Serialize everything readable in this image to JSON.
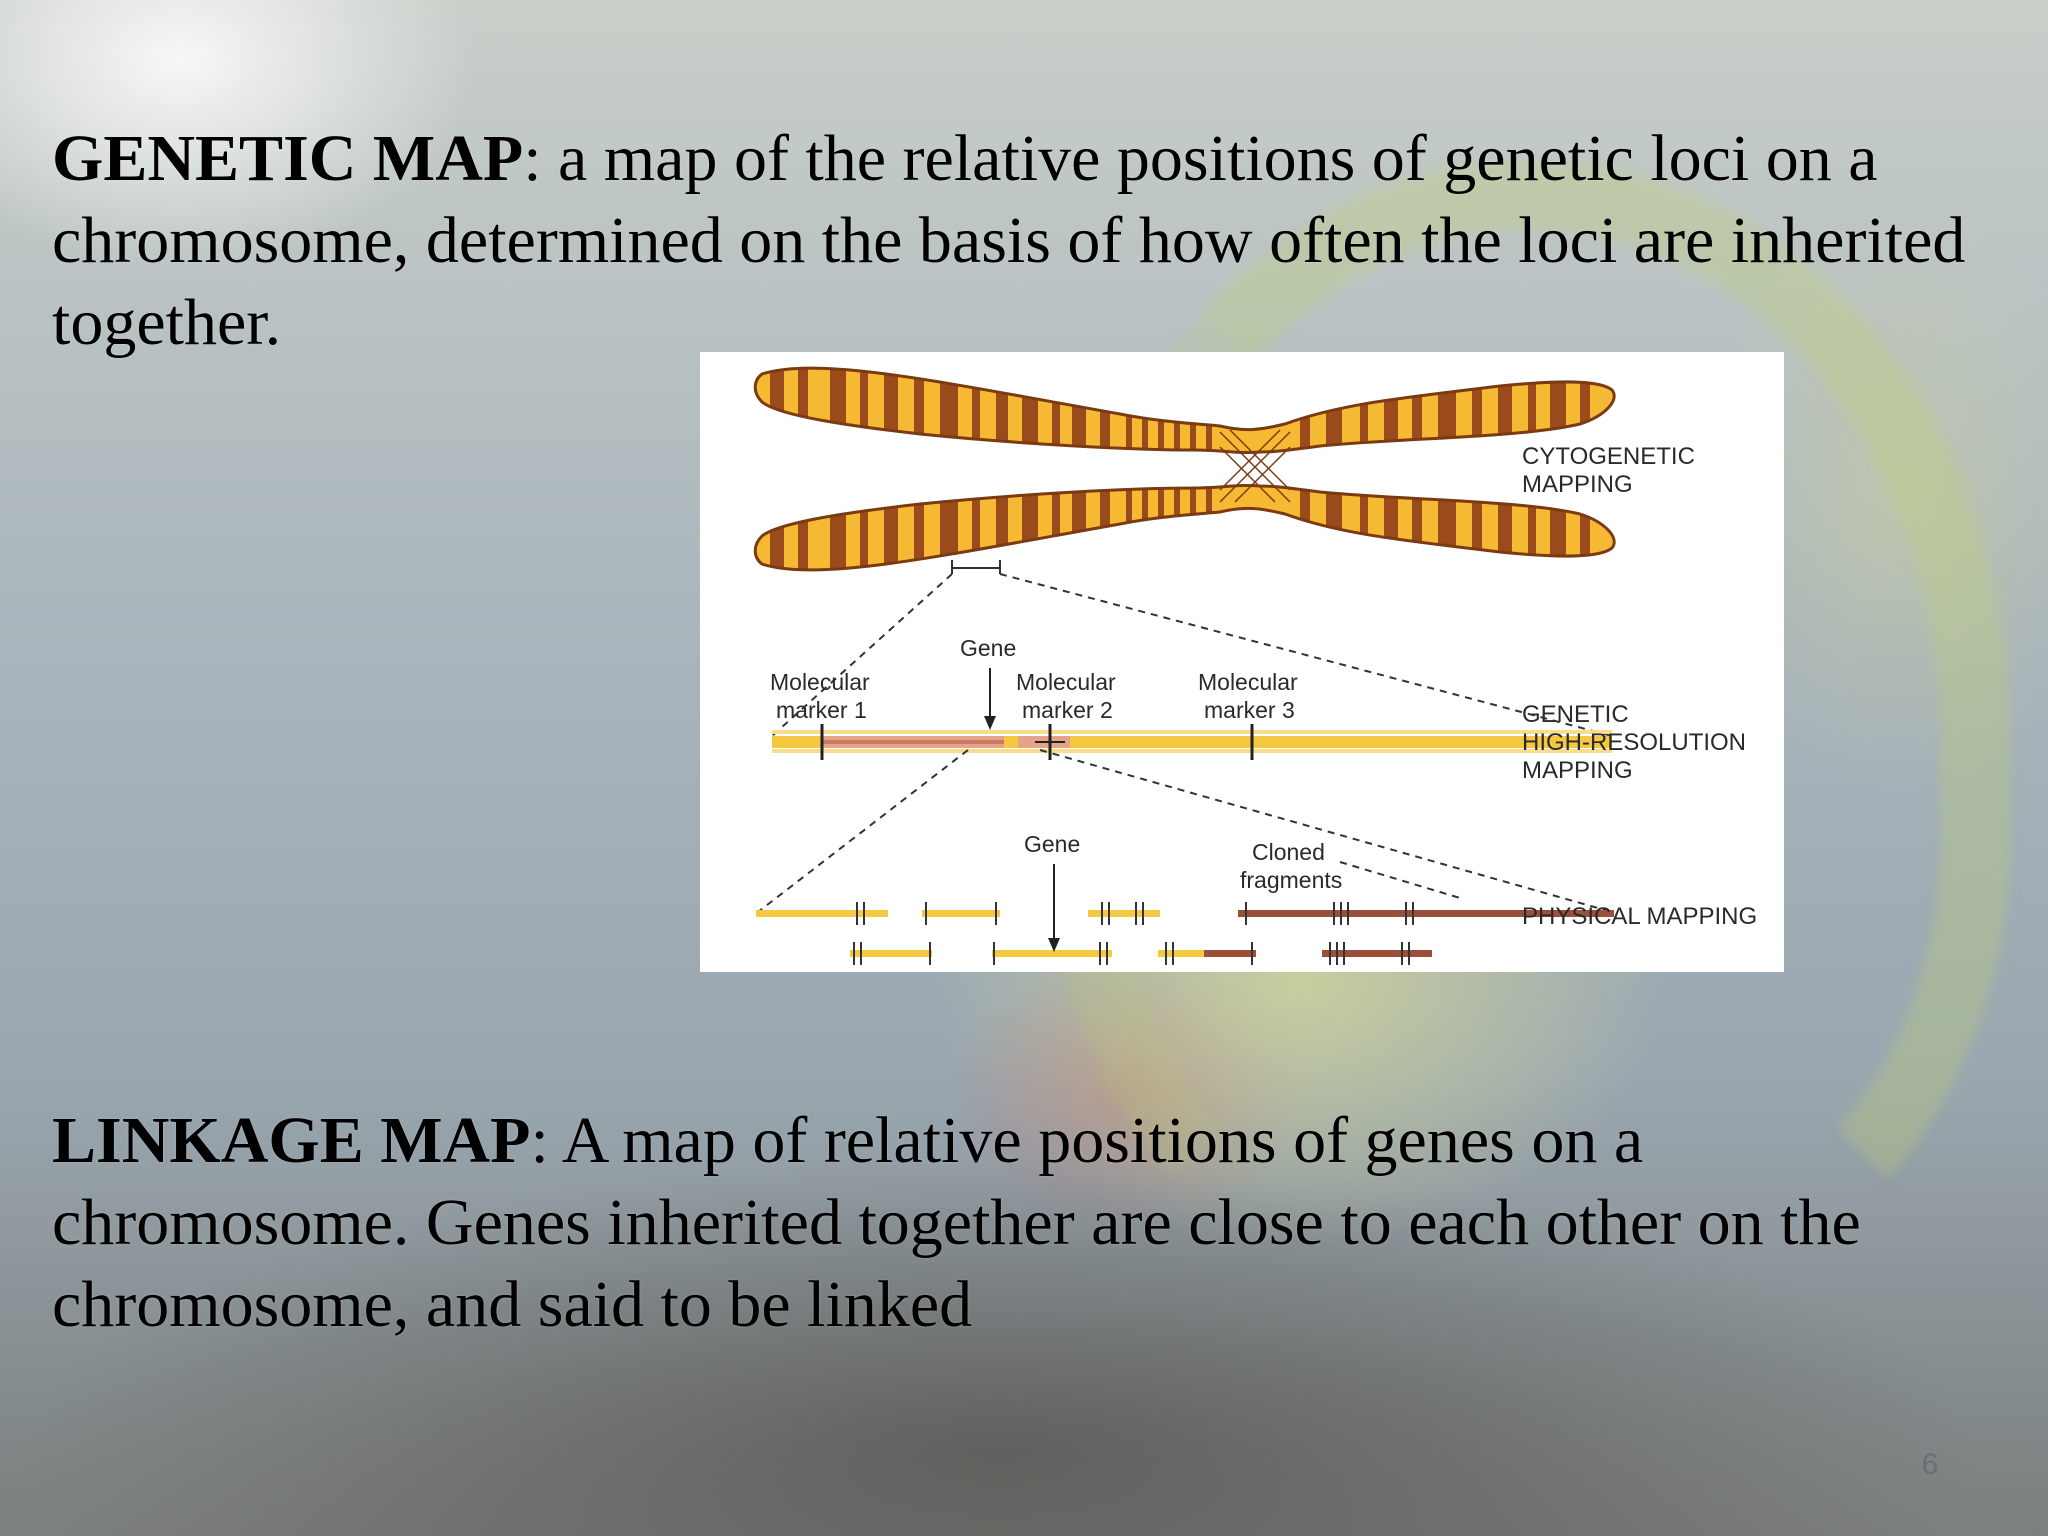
{
  "slide": {
    "genetic_map": {
      "term": "GENETIC MAP",
      "definition": ": a map of the relative positions  of genetic loci on a chromosome, determined on  the basis of how often the loci are inherited together."
    },
    "linkage_map": {
      "term": "LINKAGE MAP",
      "definition": ": A map of relative positions of genes on a chromosome.  Genes inherited together are close to each other on the chromosome, and said to be linked"
    },
    "slide_number": "6"
  },
  "figure": {
    "labels": {
      "cytogenetic_line1": "CYTOGENETIC",
      "cytogenetic_line2": "MAPPING",
      "genetic_line1": "GENETIC",
      "genetic_line2": "HIGH-RESOLUTION",
      "genetic_line3": "MAPPING",
      "physical": "PHYSICAL MAPPING",
      "gene_upper": "Gene",
      "gene_lower": "Gene",
      "marker1_line1": "Molecular",
      "marker1_line2": "marker 1",
      "marker2_line1": "Molecular",
      "marker2_line2": "marker 2",
      "marker3_line1": "Molecular",
      "marker3_line2": "marker 3",
      "cloned_line1": "Cloned",
      "cloned_line2": "fragments"
    },
    "colors": {
      "chromosome_yellow": "#f6b934",
      "band_brown": "#9b4a1b",
      "outline": "#7a3a12",
      "map_yellow": "#f5c842",
      "map_pink": "#e5a38a",
      "fragment_brown": "#9a4f3a"
    }
  }
}
